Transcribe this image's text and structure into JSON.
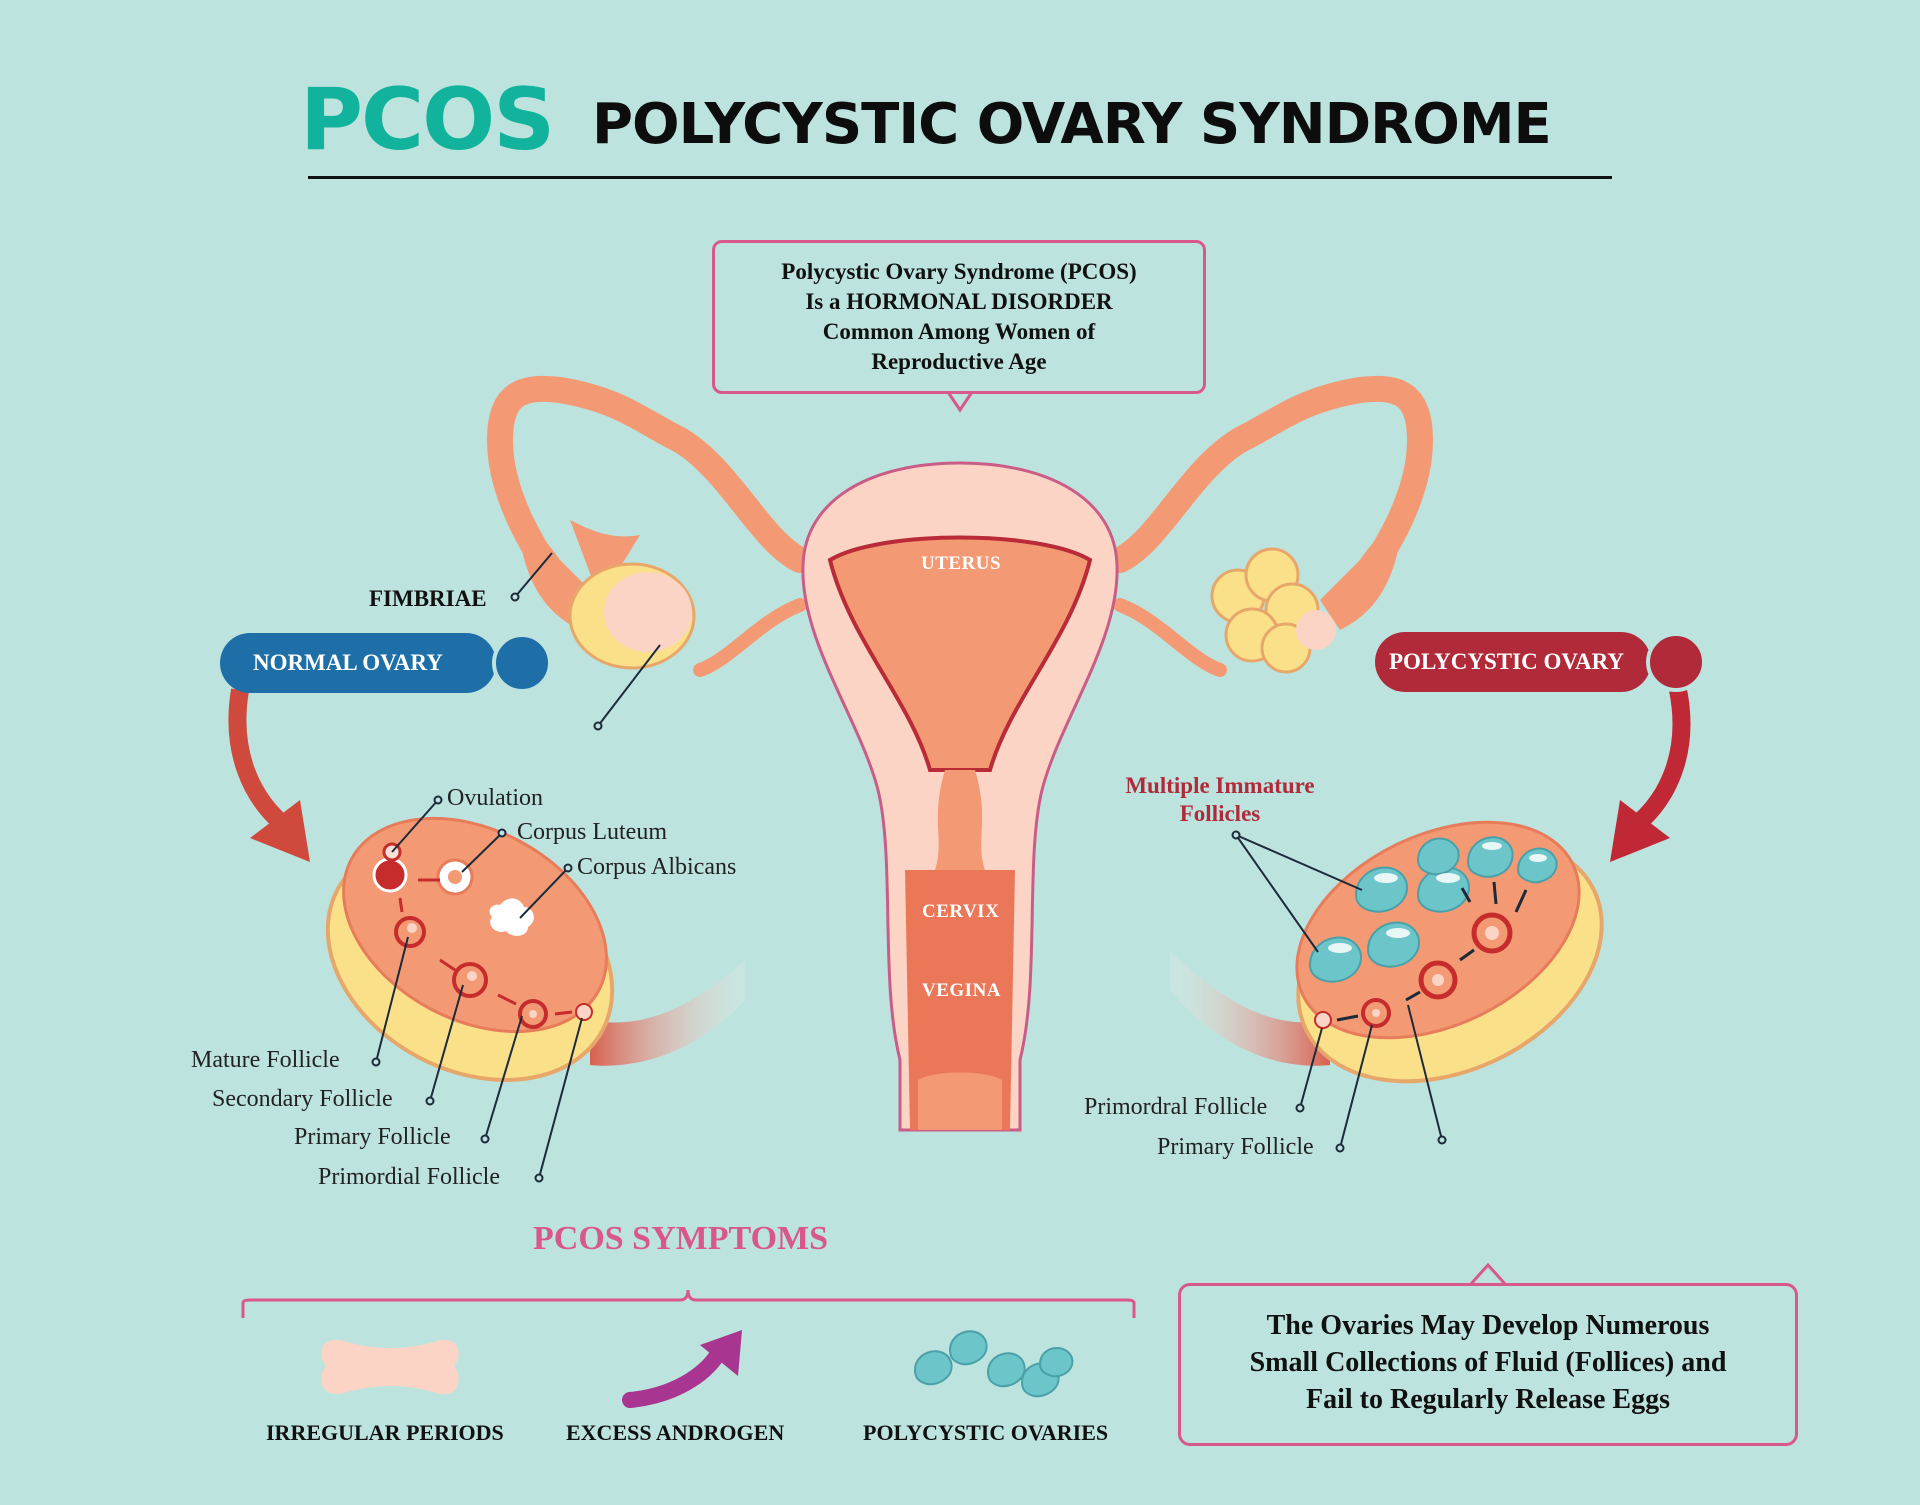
{
  "title": {
    "abbr": "PCOS",
    "full": "POLYCYSTIC OVARY SYNDROME"
  },
  "callout": {
    "lines": [
      "Polycystic Ovary Syndrome (PCOS)",
      "Is a HORMONAL DISORDER",
      "Common Among Women of",
      "Reproductive Age"
    ]
  },
  "organs": {
    "uterus": "UTERUS",
    "cervix": "CERVIX",
    "vagina": "VEGINA",
    "fimbriae": "FIMBRIAE"
  },
  "normal_ovary": {
    "label": "NORMAL OVARY",
    "badge_icon": "checkmark-icon",
    "annotations": [
      "Ovulation",
      "Corpus Luteum",
      "Corpus Albicans",
      "Mature Follicle",
      "Secondary Follicle",
      "Primary Follicle",
      "Primordial Follicle"
    ]
  },
  "polycystic_ovary": {
    "label": "POLYCYSTIC OVARY",
    "badge_icon": "x-icon",
    "highlight_lines": [
      "Multiple Immature",
      "Follicles"
    ],
    "annotations": [
      "Primordral Follicle",
      "Primary Follicle"
    ]
  },
  "symptoms": {
    "title": "PCOS SYMPTOMS",
    "items": [
      {
        "label": "IRREGULAR PERIODS",
        "icon": "pad-icon"
      },
      {
        "label": "EXCESS ANDROGEN",
        "icon": "arrow-up-icon"
      },
      {
        "label": "POLYCYSTIC OVARIES",
        "icon": "cysts-icon"
      }
    ]
  },
  "info": {
    "lines": [
      "The Ovaries May Develop Numerous",
      "Small Collections of Fluid (Follices) and",
      "Fail to Regularly Release Eggs"
    ]
  },
  "colors": {
    "background": "#bde3de",
    "accent_teal": "#12b39c",
    "normal_blue": "#1e6fa8",
    "poly_red": "#b02a39",
    "pink": "#d9588a",
    "tissue_orange": "#f39a74",
    "tissue_light": "#fbd4c6",
    "fat_yellow": "#fbe08a",
    "cyst_teal": "#6cc5c9"
  }
}
